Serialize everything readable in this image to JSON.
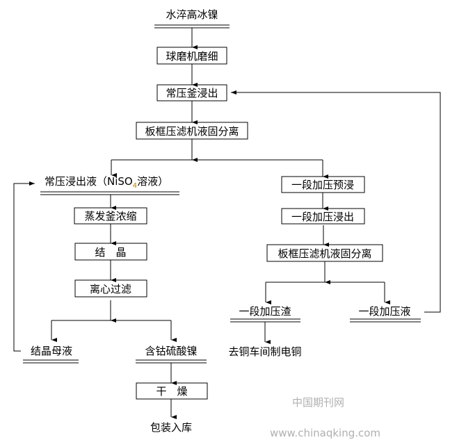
{
  "nodes": {
    "raw": "水淬高冰镍",
    "ball_mill": "球磨机磨细",
    "atm_leach": "常压釜浸出",
    "filter1": "板框压滤机液固分离",
    "atm_liquor": "常压浸出液（NiSO",
    "atm_liquor_sub": "4",
    "atm_liquor_tail": "溶液）",
    "evaporate": "蒸发釜浓缩",
    "crystallize": "结　晶",
    "centrifuge": "离心过滤",
    "mother_liquor": "结晶母液",
    "product": "含钴硫酸镍",
    "dry": "干　燥",
    "pack": "包装入库",
    "pre_leach": "一段加压预浸",
    "pressure_leach": "一段加压浸出",
    "filter2": "板框压滤机液固分离",
    "residue": "一段加压渣",
    "copper": "去铜车间制电铜",
    "pressure_liquor": "一段加压液"
  },
  "watermark": {
    "cn": "中国期刊网",
    "url": "www.chinaqking.com"
  }
}
